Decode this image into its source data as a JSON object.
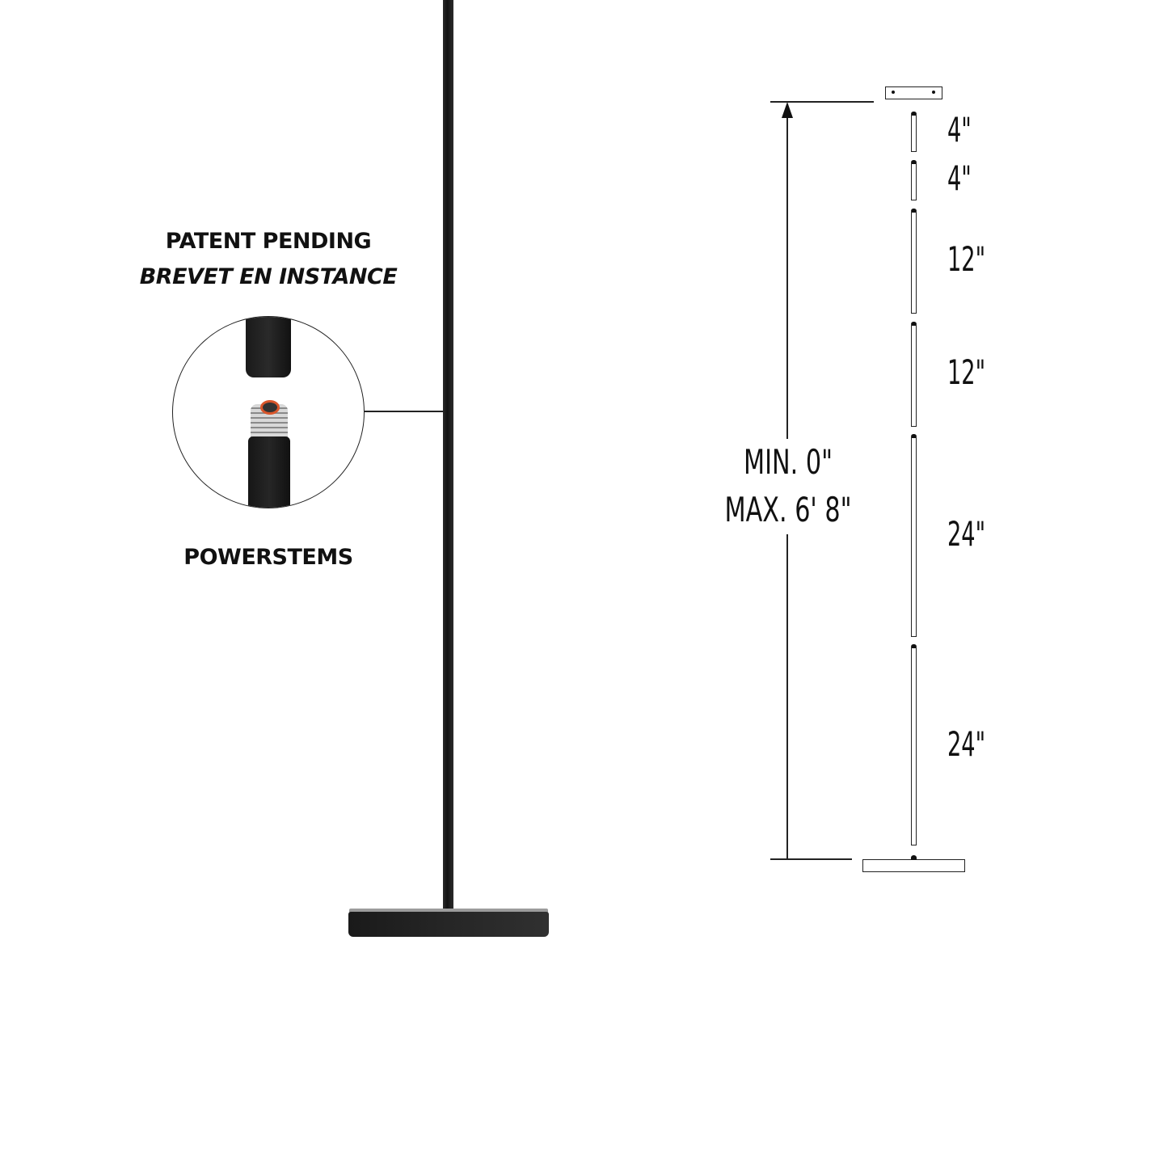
{
  "left_callout": {
    "title": "PATENT PENDING",
    "subtitle": "BREVET EN INSTANCE",
    "caption": "POWERSTEMS"
  },
  "dimension_range": {
    "min": "MIN. 0\"",
    "max": "MAX. 6' 8\""
  },
  "segments": [
    {
      "label": "4\"",
      "length_in": 4
    },
    {
      "label": "4\"",
      "length_in": 4
    },
    {
      "label": "12\"",
      "length_in": 12
    },
    {
      "label": "12\"",
      "length_in": 12
    },
    {
      "label": "24\"",
      "length_in": 24
    },
    {
      "label": "24\"",
      "length_in": 24
    }
  ],
  "colors": {
    "stem": "#1c1c1c",
    "line": "#222222",
    "accent_connector": "#d9562b",
    "background": "#ffffff"
  }
}
